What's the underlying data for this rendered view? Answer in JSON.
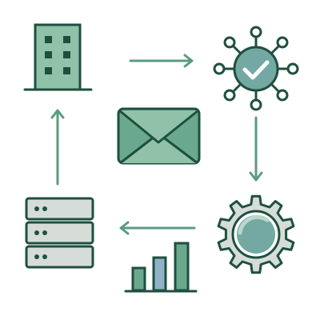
{
  "diagram": {
    "type": "workflow-cycle",
    "nodes": [
      {
        "id": "building",
        "icon": "office-building-icon"
      },
      {
        "id": "verified-hub",
        "icon": "verified-network-hub-icon"
      },
      {
        "id": "settings",
        "icon": "gear-icon"
      },
      {
        "id": "database",
        "icon": "server-database-icon"
      },
      {
        "id": "analytics",
        "icon": "bar-chart-icon"
      },
      {
        "id": "message",
        "icon": "envelope-icon"
      }
    ],
    "edges": [
      {
        "from": "building",
        "to": "verified-hub",
        "direction": "right"
      },
      {
        "from": "verified-hub",
        "to": "settings",
        "direction": "down"
      },
      {
        "from": "settings",
        "to": "database",
        "direction": "left"
      },
      {
        "from": "database",
        "to": "building",
        "direction": "up"
      }
    ]
  },
  "colors": {
    "outline": "#1f4f3f",
    "arrow": "#5b9b7f",
    "fill_light": "#8fc2a8",
    "fill_mid": "#6aa98d",
    "fill_pale": "#d3e5dc",
    "hub_fill": "#74a9a3",
    "bar_blue": "#8fb2c9",
    "server_fill": "#d6ddd9",
    "background": "#ffffff"
  }
}
